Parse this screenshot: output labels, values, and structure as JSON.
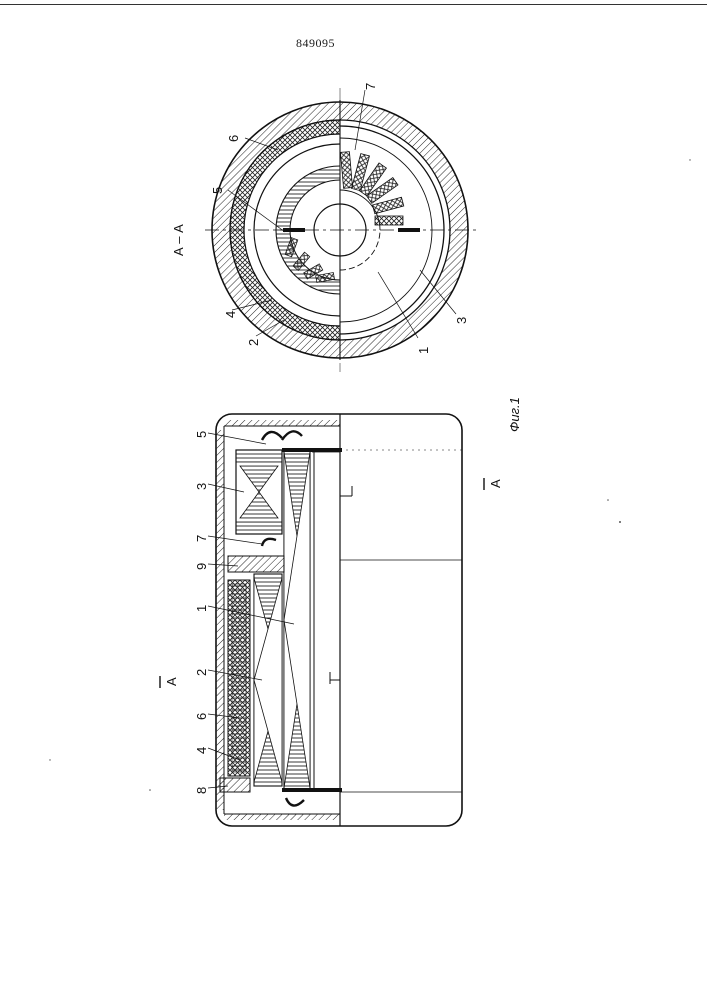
{
  "document": {
    "patent_number": "849095",
    "figure_caption": "Фиг.1",
    "section_label": "А – А",
    "cut_marker_letter": "А"
  },
  "cross_section_labels": [
    "7",
    "6",
    "5",
    "4",
    "2",
    "1",
    "3"
  ],
  "side_view_labels": [
    "5",
    "3",
    "7",
    "9",
    "1",
    "2",
    "6",
    "4",
    "8"
  ]
}
